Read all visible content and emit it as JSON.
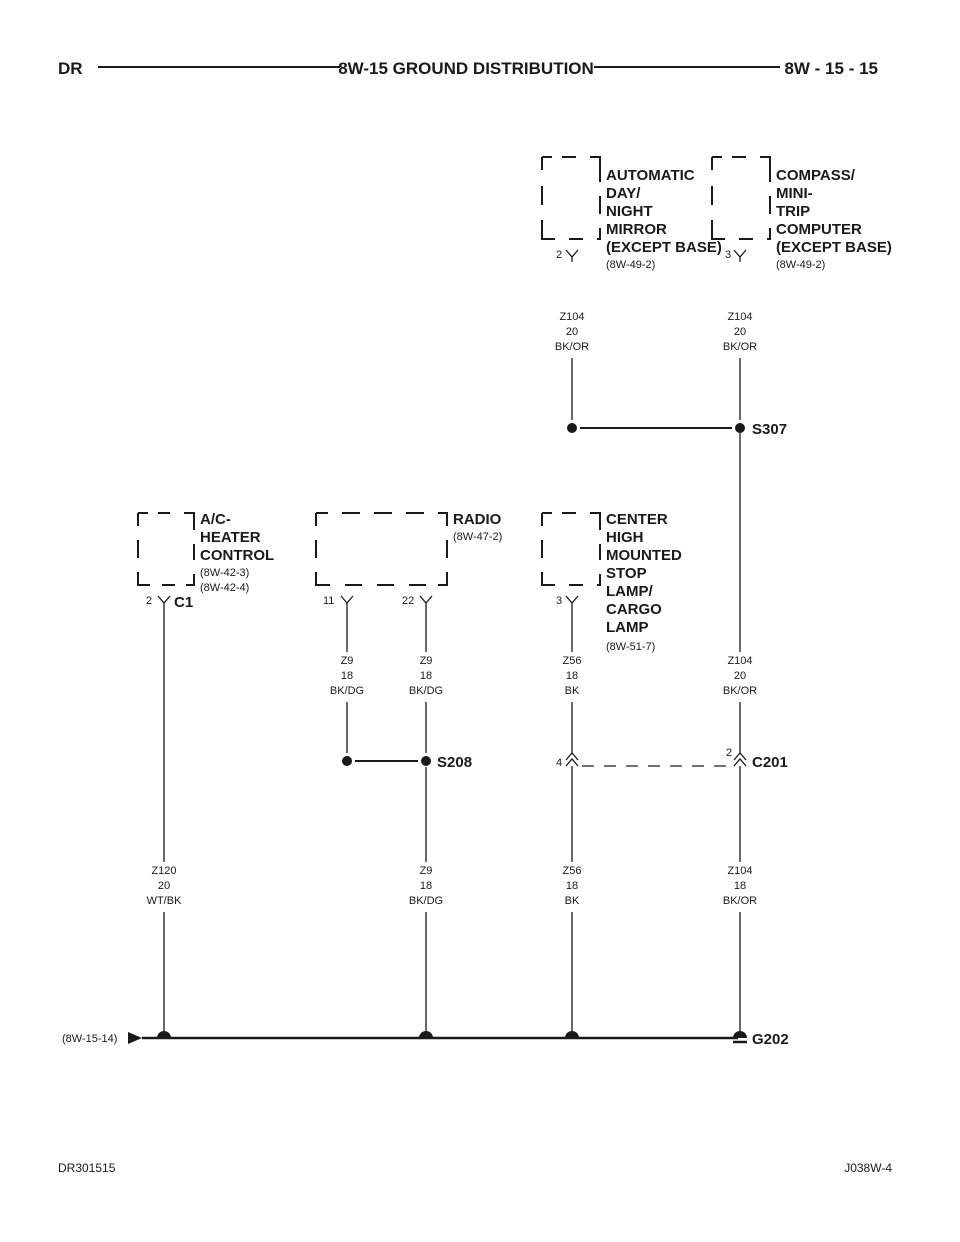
{
  "header": {
    "left": "DR",
    "center": "8W-15 GROUND DISTRIBUTION",
    "right": "8W - 15 - 15"
  },
  "components": {
    "mirror": {
      "lines": [
        "AUTOMATIC",
        "DAY/",
        "NIGHT",
        "MIRROR",
        "(EXCEPT BASE)"
      ],
      "ref": "(8W-49-2)",
      "pin": "2"
    },
    "compass": {
      "lines": [
        "COMPASS/",
        "MINI-",
        "TRIP",
        "COMPUTER",
        "(EXCEPT BASE)"
      ],
      "ref": "(8W-49-2)",
      "pin": "3"
    },
    "ac": {
      "lines": [
        "A/C-",
        "HEATER",
        "CONTROL"
      ],
      "refs": [
        "(8W-42-3)",
        "(8W-42-4)"
      ],
      "pin": "2",
      "connector": "C1"
    },
    "radio": {
      "lines": [
        "RADIO"
      ],
      "ref": "(8W-47-2)",
      "pins": [
        "11",
        "22"
      ]
    },
    "chmsl": {
      "lines": [
        "CENTER",
        "HIGH",
        "MOUNTED",
        "STOP",
        "LAMP/",
        "CARGO",
        "LAMP"
      ],
      "ref": "(8W-51-7)",
      "pin": "3"
    }
  },
  "wires": {
    "w_mirror": [
      "Z104",
      "20",
      "BK/OR"
    ],
    "w_compass": [
      "Z104",
      "20",
      "BK/OR"
    ],
    "w_s307_c201": [
      "Z104",
      "20",
      "BK/OR"
    ],
    "w_radio11": [
      "Z9",
      "18",
      "BK/DG"
    ],
    "w_radio22": [
      "Z9",
      "18",
      "BK/DG"
    ],
    "w_chmsl": [
      "Z56",
      "18",
      "BK"
    ],
    "w_ac": [
      "Z120",
      "20",
      "WT/BK"
    ],
    "w_s208": [
      "Z9",
      "18",
      "BK/DG"
    ],
    "w_c201_z56": [
      "Z56",
      "18",
      "BK"
    ],
    "w_c201_z104": [
      "Z104",
      "18",
      "BK/OR"
    ]
  },
  "splices": {
    "s307": "S307",
    "s208": "S208"
  },
  "connector_c201": {
    "name": "C201",
    "pin_left": "4",
    "pin_right": "2"
  },
  "ground": {
    "name": "G202",
    "ref": "(8W-15-14)"
  },
  "footer": {
    "left": "DR301515",
    "right": "J038W-4"
  }
}
